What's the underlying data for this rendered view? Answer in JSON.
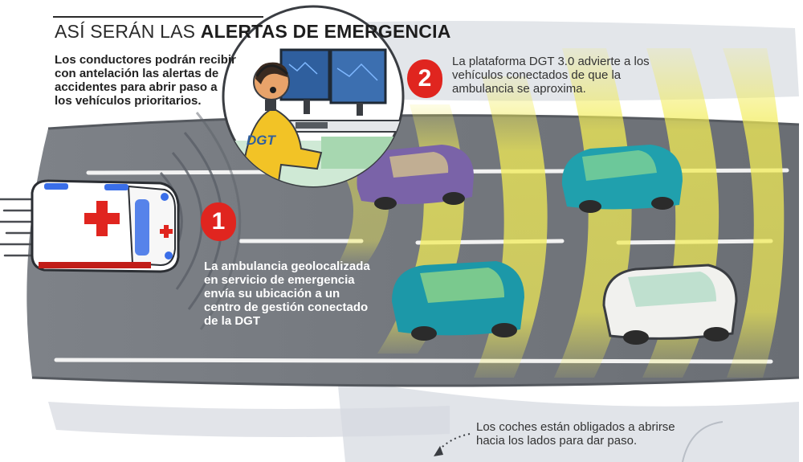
{
  "title": {
    "regular": "ASÍ SERÁN LAS",
    "bold": "ALERTAS DE EMERGENCIA"
  },
  "intro": {
    "lines": [
      "Los conductores podrán recibir",
      "con antelación las alertas de",
      "accidentes para abrir paso a",
      "los vehículos prioritarios."
    ]
  },
  "step1": {
    "number": "1",
    "lines": [
      "La ambulancia geolocalizada",
      "en servicio de emergencia",
      "envía su ubicación a un",
      "centro de gestión conectado",
      "de la DGT"
    ]
  },
  "step2": {
    "number": "2",
    "lines": [
      "La plataforma DGT 3.0 advierte a los",
      "vehículos conectados de que la",
      "ambulancia se aproxima."
    ]
  },
  "note": {
    "lines": [
      "Los coches están obligados a abrirse",
      "hacia los lados para dar paso."
    ]
  },
  "operator": {
    "shirt_label": "DGT"
  },
  "colors": {
    "road": "#6f7379",
    "road_dark": "#5d6167",
    "lane_mark": "#f2f2f2",
    "wave_yellow": "#f2ec55",
    "badge_red": "#e0251f",
    "ambulance_white": "#ffffff",
    "ambulance_cross": "#e0251f",
    "siren_blue": "#3a6ee8",
    "car_teal": "#20a0ad",
    "car_green": "#56b87a",
    "car_white": "#f1f1ee",
    "operator_shirt": "#f2c326",
    "monitor_blue": "#2f5f9e"
  },
  "icons": [
    "ambulance-icon",
    "red-cross-icon",
    "siren-light-icon",
    "signal-wave-icon",
    "car-icon",
    "operator-icon",
    "monitor-icon",
    "keyboard-icon",
    "headset-icon",
    "arrow-down-icon"
  ]
}
